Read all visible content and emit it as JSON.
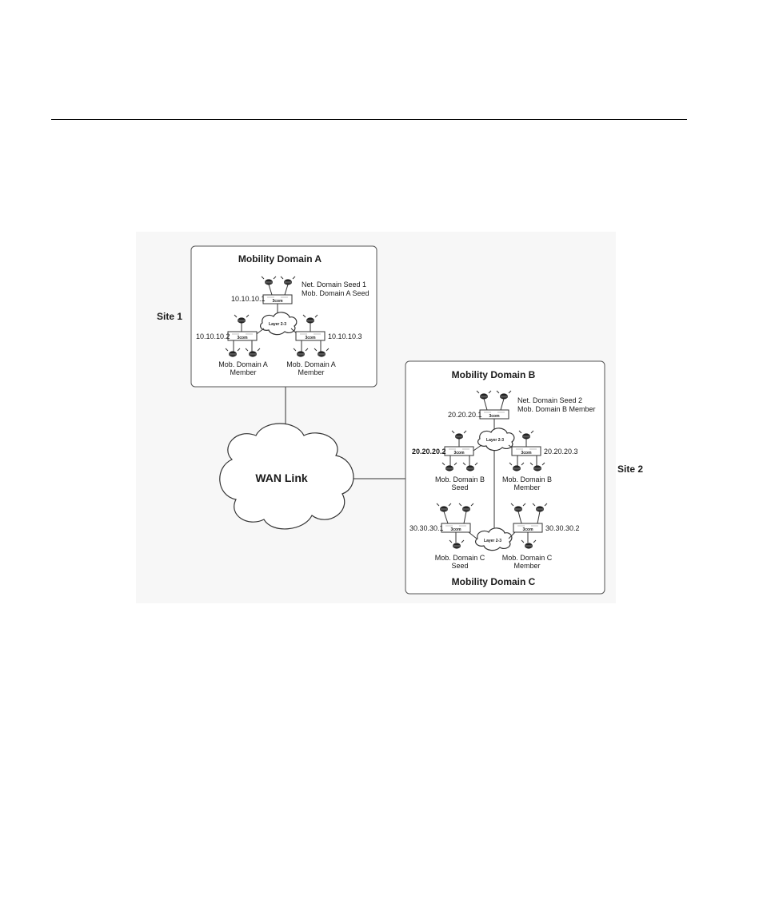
{
  "domains": {
    "a": {
      "title": "Mobility Domain A"
    },
    "b": {
      "title": "Mobility Domain B"
    },
    "c": {
      "title": "Mobility Domain C"
    }
  },
  "sites": {
    "site1": "Site 1",
    "site2": "Site 2"
  },
  "wan": {
    "label": "WAN Link"
  },
  "clouds": {
    "layer23": "Layer 2-3"
  },
  "switch_brand": "3com",
  "nodes": {
    "a_seed": {
      "ip": "10.10.10.1",
      "role_line1": "Net. Domain Seed 1",
      "role_line2": "Mob. Domain A Seed"
    },
    "a_m1": {
      "ip": "10.10.10.2",
      "role_line1": "Mob. Domain A",
      "role_line2": "Member"
    },
    "a_m2": {
      "ip": "10.10.10.3",
      "role_line1": "Mob. Domain A",
      "role_line2": "Member"
    },
    "b_top": {
      "ip": "20.20.20.1",
      "role_line1": "Net. Domain Seed 2",
      "role_line2": "Mob. Domain B Member"
    },
    "b_seed": {
      "ip": "20.20.20.2",
      "role_line1": "Mob. Domain B",
      "role_line2": "Seed"
    },
    "b_m": {
      "ip": "20.20.20.3",
      "role_line1": "Mob. Domain B",
      "role_line2": "Member"
    },
    "c_seed": {
      "ip": "30.30.30.1",
      "role_line1": "Mob. Domain C",
      "role_line2": "Seed"
    },
    "c_m": {
      "ip": "30.30.30.2",
      "role_line1": "Mob. Domain C",
      "role_line2": "Member"
    }
  },
  "icons": {
    "access_point": "access-point-icon",
    "switch": "switch-icon",
    "cloud": "cloud-icon"
  }
}
